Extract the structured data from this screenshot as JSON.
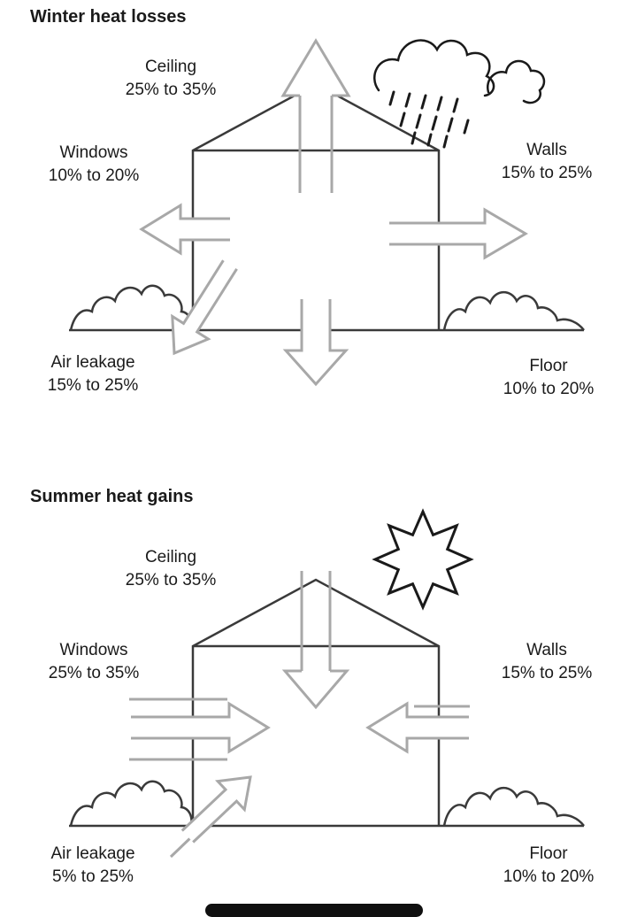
{
  "colors": {
    "bg": "#ffffff",
    "text": "#1a1a1a",
    "outline": "#3a3a3a",
    "arrow": "#a8a8a8"
  },
  "winter": {
    "title": "Winter heat losses",
    "labels": {
      "ceiling": {
        "name": "Ceiling",
        "value": "25% to 35%"
      },
      "windows": {
        "name": "Windows",
        "value": "10% to 20%"
      },
      "walls": {
        "name": "Walls",
        "value": "15% to 25%"
      },
      "air_leakage": {
        "name": "Air leakage",
        "value": "15% to 25%"
      },
      "floor": {
        "name": "Floor",
        "value": "10% to 20%"
      }
    }
  },
  "summer": {
    "title": "Summer heat gains",
    "labels": {
      "ceiling": {
        "name": "Ceiling",
        "value": "25% to 35%"
      },
      "windows": {
        "name": "Windows",
        "value": "25% to 35%"
      },
      "walls": {
        "name": "Walls",
        "value": "15% to 25%"
      },
      "air_leakage": {
        "name": "Air leakage",
        "value": "5% to 25%"
      },
      "floor": {
        "name": "Floor",
        "value": "10% to 20%"
      }
    }
  }
}
